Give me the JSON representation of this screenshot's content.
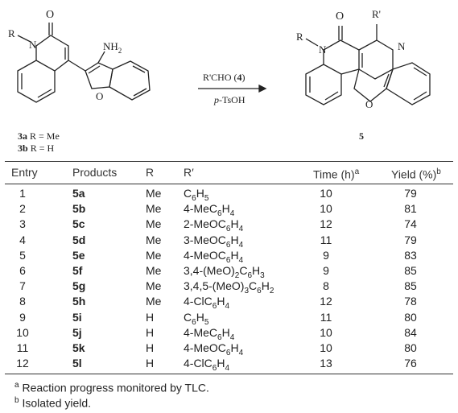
{
  "scheme": {
    "reagent_top": "R'CHO (4)",
    "reagent_bottom": "p-TsOH",
    "start_label_a": "3a R = Me",
    "start_label_b": "3b R = H",
    "product_label": "5",
    "atoms": {
      "O": "O",
      "N": "N",
      "R": "R",
      "Rp": "R'",
      "NH2": "NH2"
    }
  },
  "table": {
    "headers": {
      "entry": "Entry",
      "products": "Products",
      "r": "R",
      "rp": "R′",
      "time": "Time (h)",
      "time_mark": "a",
      "yield": "Yield (%)",
      "yield_mark": "b"
    },
    "rows": [
      {
        "entry": "1",
        "product": "5a",
        "r": "Me",
        "rp": "C6H5",
        "time": "10",
        "yield": "79"
      },
      {
        "entry": "2",
        "product": "5b",
        "r": "Me",
        "rp": "4-MeC6H4",
        "time": "10",
        "yield": "81"
      },
      {
        "entry": "3",
        "product": "5c",
        "r": "Me",
        "rp": "2-MeOC6H4",
        "time": "12",
        "yield": "74"
      },
      {
        "entry": "4",
        "product": "5d",
        "r": "Me",
        "rp": "3-MeOC6H4",
        "time": "11",
        "yield": "79"
      },
      {
        "entry": "5",
        "product": "5e",
        "r": "Me",
        "rp": "4-MeOC6H4",
        "time": "9",
        "yield": "83"
      },
      {
        "entry": "6",
        "product": "5f",
        "r": "Me",
        "rp": "3,4-(MeO)2C6H3",
        "time": "9",
        "yield": "85"
      },
      {
        "entry": "7",
        "product": "5g",
        "r": "Me",
        "rp": "3,4,5-(MeO)3C6H2",
        "time": "8",
        "yield": "85"
      },
      {
        "entry": "8",
        "product": "5h",
        "r": "Me",
        "rp": "4-ClC6H4",
        "time": "12",
        "yield": "78"
      },
      {
        "entry": "9",
        "product": "5i",
        "r": "H",
        "rp": "C6H5",
        "time": "11",
        "yield": "80"
      },
      {
        "entry": "10",
        "product": "5j",
        "r": "H",
        "rp": "4-MeC6H4",
        "time": "10",
        "yield": "84"
      },
      {
        "entry": "11",
        "product": "5k",
        "r": "H",
        "rp": "4-MeOC6H4",
        "time": "10",
        "yield": "80"
      },
      {
        "entry": "12",
        "product": "5l",
        "r": "H",
        "rp": "4-ClC6H4",
        "time": "13",
        "yield": "76"
      }
    ]
  },
  "footnotes": [
    {
      "mark": "a",
      "text": "Reaction progress monitored by TLC."
    },
    {
      "mark": "b",
      "text": "Isolated yield."
    }
  ]
}
